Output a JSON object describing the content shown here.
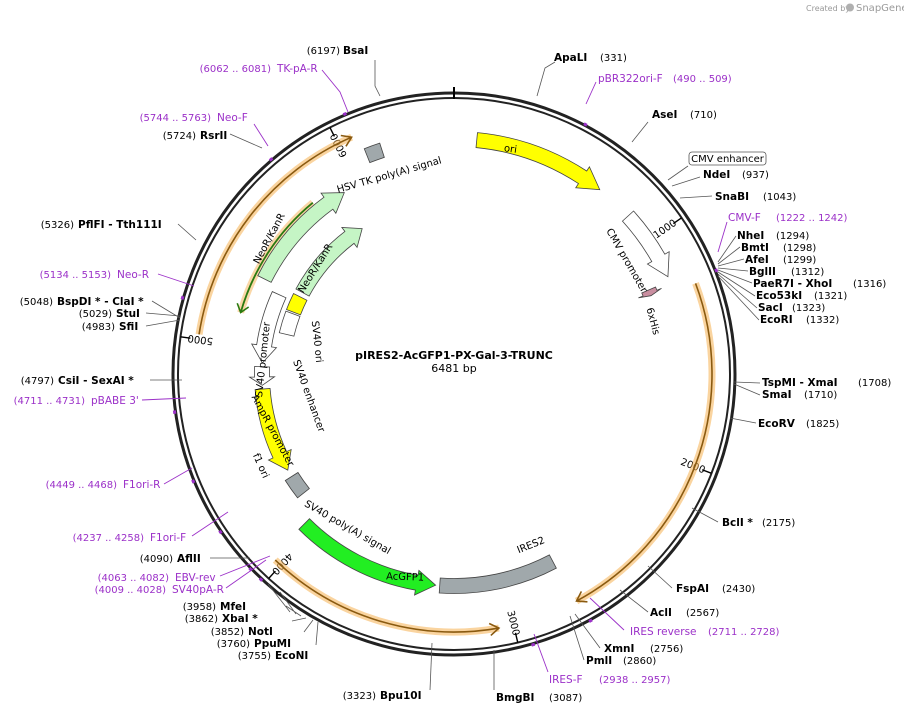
{
  "credit": {
    "prefix": "Created by",
    "brand": "SnapGene"
  },
  "plasmid": {
    "name": "pIRES2-AcGFP1-PX-Gal-3-TRUNC",
    "length_label": "6481 bp",
    "length": 6481
  },
  "ruler_ticks": [
    {
      "pos": 1000,
      "label": "1000"
    },
    {
      "pos": 2000,
      "label": "2000"
    },
    {
      "pos": 3000,
      "label": "3000"
    },
    {
      "pos": 4000,
      "label": "4000"
    },
    {
      "pos": 5000,
      "label": "5000"
    },
    {
      "pos": 6000,
      "label": "6000"
    }
  ],
  "features": [
    {
      "name": "ori",
      "start": 100,
      "end": 690,
      "track": 2,
      "dir": 1,
      "color": "#ffff00"
    },
    {
      "name": "CMV promoter",
      "start": 860,
      "end": 1180,
      "track": 2,
      "dir": 1,
      "color": "#ffffff"
    },
    {
      "name": "6xHis",
      "start": 1200,
      "end": 1230,
      "track": 3,
      "dir": 1,
      "color": "#c98ea0"
    },
    {
      "name": "IRES2",
      "start": 2740,
      "end": 3310,
      "track": 3,
      "dir": 0,
      "color": "#a0a8ab"
    },
    {
      "name": "AcGFP1",
      "start": 3330,
      "end": 4050,
      "track": 3,
      "dir": -1,
      "color": "#22ee22"
    },
    {
      "name": "SV40 poly(A) signal",
      "start": 4170,
      "end": 4280,
      "track": 4,
      "dir": 0,
      "color": "#a0a8ab"
    },
    {
      "name": "f1 ori",
      "start": 4320,
      "end": 4780,
      "track": 4,
      "dir": -1,
      "color": "#ffff00"
    },
    {
      "name": "AmpR promoter",
      "start": 4800,
      "end": 4900,
      "track": 4,
      "dir": -1,
      "color": "#ffffff"
    },
    {
      "name": "SV40 promoter",
      "start": 4920,
      "end": 5300,
      "track": 4,
      "dir": -1,
      "color": "#ffffff"
    },
    {
      "name": "NeoR/KanR",
      "start": 5340,
      "end": 5920,
      "track": 3,
      "dir": 1,
      "color": "#c5f5c5"
    },
    {
      "name": "HSV TK poly(A) signal",
      "start": 6090,
      "end": 6160,
      "track": 2,
      "dir": 0,
      "color": "#a0a8ab"
    },
    {
      "name": "SV40 ori",
      "start": 5240,
      "end": 5340,
      "track": 5,
      "dir": 0,
      "color": "#ffff00"
    },
    {
      "name": "SV40 enhancer",
      "start": 5100,
      "end": 5230,
      "track": 5,
      "dir": 0,
      "color": "#ffffff"
    },
    {
      "name": "NeoR/KanR",
      "start": 5370,
      "end": 5900,
      "track": 5,
      "dir": 1,
      "color": "#c5f5c5"
    }
  ],
  "orange_arcs": [
    {
      "start": 1250,
      "end": 2730,
      "dir": 1
    },
    {
      "start": 3060,
      "end": 4030,
      "dir": -1
    },
    {
      "start": 5020,
      "end": 6060,
      "dir": 1
    }
  ],
  "green_line": {
    "start": 5150,
    "end": 5770,
    "dir": -1
  },
  "cmv_enhancer_box": "CMV enhancer",
  "enzymes": [
    {
      "name": "BsaI",
      "pos": "(6197)"
    },
    {
      "name": "ApaLI",
      "pos": "(331)"
    },
    {
      "name": "AseI",
      "pos": "(710)"
    },
    {
      "name": "NdeI",
      "pos": "(937)"
    },
    {
      "name": "SnaBI",
      "pos": "(1043)"
    },
    {
      "name": "NheI",
      "pos": "(1294)"
    },
    {
      "name": "BmtI",
      "pos": "(1298)"
    },
    {
      "name": "AfeI",
      "pos": "(1299)"
    },
    {
      "name": "BglII",
      "pos": "(1312)"
    },
    {
      "name": "PaeR7I  - XhoI",
      "pos": "(1316)"
    },
    {
      "name": "Eco53kI",
      "pos": "(1321)"
    },
    {
      "name": "SacI",
      "pos": "(1323)"
    },
    {
      "name": "EcoRI",
      "pos": "(1332)"
    },
    {
      "name": "TspMI  - XmaI",
      "pos": "(1708)"
    },
    {
      "name": "SmaI",
      "pos": "(1710)"
    },
    {
      "name": "EcoRV",
      "pos": "(1825)"
    },
    {
      "name": "BclI *",
      "pos": "(2175)"
    },
    {
      "name": "FspAI",
      "pos": "(2430)"
    },
    {
      "name": "AclI",
      "pos": "(2567)"
    },
    {
      "name": "XmnI",
      "pos": "(2756)"
    },
    {
      "name": "PmlI",
      "pos": "(2860)"
    },
    {
      "name": "BmgBI",
      "pos": "(3087)"
    },
    {
      "name": "Bpu10I",
      "pos": "(3323)"
    },
    {
      "name": "EcoNI",
      "pos": "(3755)"
    },
    {
      "name": "PpuMI",
      "pos": "(3760)"
    },
    {
      "name": "NotI",
      "pos": "(3852)"
    },
    {
      "name": "XbaI *",
      "pos": "(3862)"
    },
    {
      "name": "MfeI",
      "pos": "(3958)"
    },
    {
      "name": "AflII",
      "pos": "(4090)"
    },
    {
      "name": "CsiI  - SexAI *",
      "pos": "(4797)"
    },
    {
      "name": "SfiI",
      "pos": "(4983)"
    },
    {
      "name": "StuI",
      "pos": "(5029)"
    },
    {
      "name": "BspDI *  - ClaI *",
      "pos": "(5048)"
    },
    {
      "name": "PflFI  - Tth111I",
      "pos": "(5326)"
    },
    {
      "name": "RsrII",
      "pos": "(5724)"
    }
  ],
  "primers": [
    {
      "name": "TK-pA-R",
      "range": "(6062 .. 6081)"
    },
    {
      "name": "pBR322ori-F",
      "range": "(490 .. 509)"
    },
    {
      "name": "Neo-F",
      "range": "(5744 .. 5763)"
    },
    {
      "name": "CMV-F",
      "range": "(1222 .. 1242)"
    },
    {
      "name": "Neo-R",
      "range": "(5134 .. 5153)"
    },
    {
      "name": "pBABE 3'",
      "range": "(4711 .. 4731)"
    },
    {
      "name": "F1ori-R",
      "range": "(4449 .. 4468)"
    },
    {
      "name": "F1ori-F",
      "range": "(4237 .. 4258)"
    },
    {
      "name": "EBV-rev",
      "range": "(4063 .. 4082)"
    },
    {
      "name": "SV40pA-R",
      "range": "(4009 .. 4028)"
    },
    {
      "name": "IRES reverse",
      "range": "(2711 .. 2728)"
    },
    {
      "name": "IRES-F",
      "range": "(2938 .. 2957)"
    }
  ],
  "colors": {
    "primer": "#9b30c8",
    "orange": "#f5a030",
    "ring": "#222222"
  }
}
